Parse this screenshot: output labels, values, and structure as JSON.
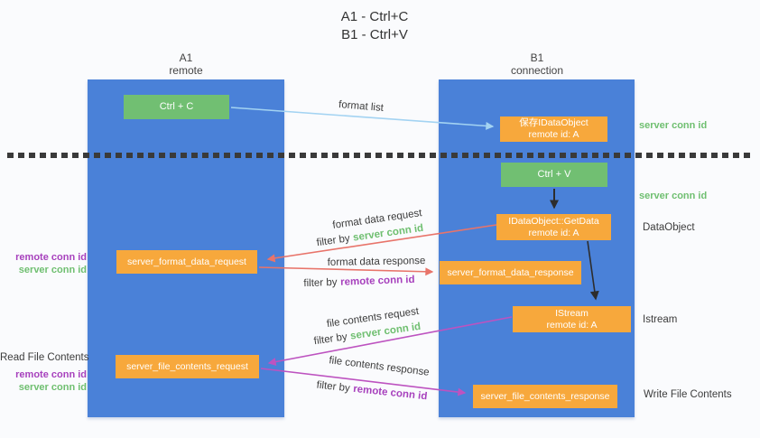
{
  "title": {
    "line1": "A1 - Ctrl+C",
    "line2": "B1 - Ctrl+V"
  },
  "lanes": {
    "a1": {
      "name": "A1",
      "role": "remote"
    },
    "b1": {
      "name": "B1",
      "role": "connection"
    }
  },
  "nodes": {
    "ctrl_c": {
      "label": "Ctrl + C"
    },
    "ctrl_v": {
      "label": "Ctrl + V"
    },
    "save_idataobject": {
      "line1": "保存IDataObject",
      "line2": "remote id: A"
    },
    "getdata": {
      "line1": "IDataObject::GetData",
      "line2": "remote id: A"
    },
    "istream": {
      "line1": "IStream",
      "line2": "remote id: A"
    },
    "format_request": {
      "label": "server_format_data_request"
    },
    "format_response": {
      "label": "server_format_data_response"
    },
    "file_request": {
      "label": "server_file_contents_request"
    },
    "file_response": {
      "label": "server_file_contents_response"
    }
  },
  "flows": {
    "format_list": {
      "label": "format list"
    },
    "format_data_request": {
      "label": "format data request",
      "filter_prefix": "filter by",
      "filter_key": "server conn id"
    },
    "format_data_response": {
      "label": "format data response",
      "filter_prefix": "filter by",
      "filter_key": "remote conn id"
    },
    "file_contents_request": {
      "label": "file contents request",
      "filter_prefix": "filter by",
      "filter_key": "server conn id"
    },
    "file_contents_response": {
      "label": "file contents response",
      "filter_prefix": "filter by",
      "filter_key": "remote conn id"
    }
  },
  "side_labels": {
    "right": {
      "server_conn_id_top": "server conn id",
      "server_conn_id_mid": "server conn id",
      "dataobject": "DataObject",
      "istream": "Istream",
      "write_file_contents": "Write File Contents"
    },
    "left": {
      "remote_conn_id_top": "remote conn id",
      "server_conn_id_top": "server conn id",
      "read_file_contents": "Read File Contents",
      "remote_conn_id_bottom": "remote conn id",
      "server_conn_id_bottom": "server conn id"
    }
  },
  "colors": {
    "lane_blue": "#4a81d8",
    "node_green": "#71bf72",
    "node_orange": "#f7a83c",
    "arrow_salmon": "#e8746a",
    "arrow_magenta": "#bd53c0",
    "arrow_lightblue": "#a3d3f2",
    "arrow_black": "#2d2d2d",
    "text_green": "#6fbf70",
    "text_purple": "#a741bd"
  }
}
